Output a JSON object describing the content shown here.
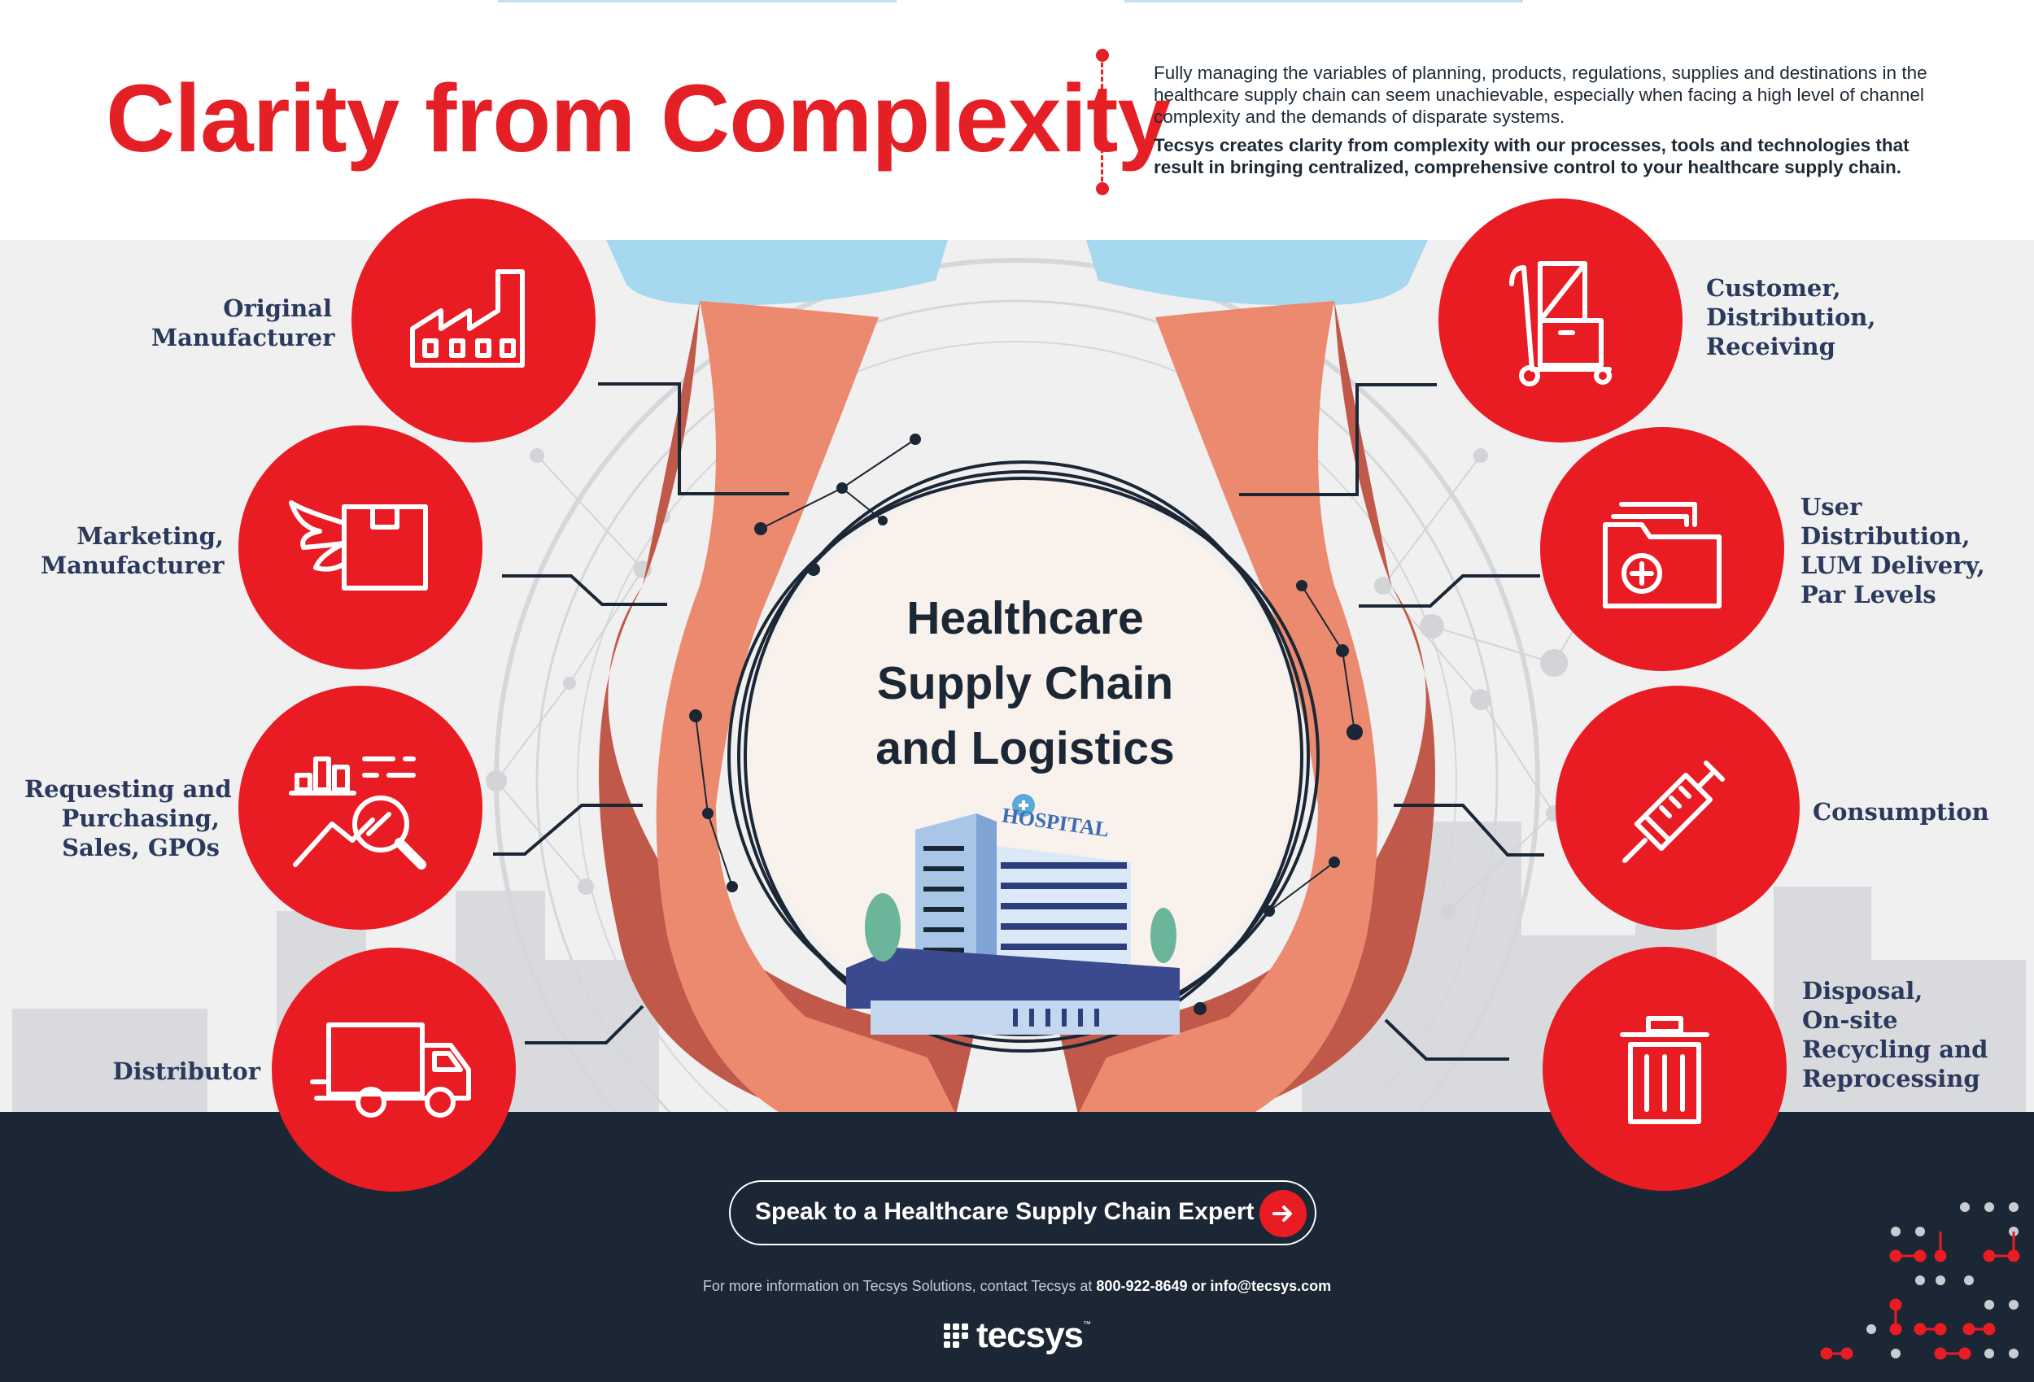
{
  "header": {
    "title": "Clarity from Complexity",
    "intro_regular": "Fully managing the variables of planning, products, regulations, supplies and destinations in the healthcare supply chain can seem unachievable, especially when facing a high level of channel complexity and the demands of disparate systems.",
    "intro_bold": "Tecsys creates clarity from complexity with our processes, tools and technologies that result in bringing centralized, comprehensive control to your healthcare supply chain."
  },
  "center": {
    "line1": "Healthcare",
    "line2": "Supply Chain",
    "line3": "and Logistics",
    "building_sign": "HOSPITAL"
  },
  "left_items": [
    {
      "line1": "Original",
      "line2": "Manufacturer",
      "icon": "factory-icon"
    },
    {
      "line1": "Marketing,",
      "line2": "Manufacturer",
      "icon": "winged-box-icon"
    },
    {
      "line1": "Requesting and",
      "line2": "Purchasing,",
      "line3": "Sales, GPOs",
      "icon": "analytics-search-icon"
    },
    {
      "line1": "Distributor",
      "icon": "truck-icon"
    }
  ],
  "right_items": [
    {
      "line1": "Customer,",
      "line2": "Distribution,",
      "line3": "Receiving",
      "icon": "hand-truck-icon"
    },
    {
      "line1": "User",
      "line2": "Distribution,",
      "line3": "LUM Delivery,",
      "line4": "Par Levels",
      "icon": "medical-folder-icon"
    },
    {
      "line1": "Consumption",
      "icon": "syringe-icon"
    },
    {
      "line1": "Disposal,",
      "line2": "On-site",
      "line3": "Recycling and",
      "line4": "Reprocessing",
      "icon": "trash-can-icon"
    }
  ],
  "footer": {
    "cta_label": "Speak to a Healthcare Supply Chain Expert",
    "contact_prefix": "For more information on Tecsys Solutions, contact Tecsys at ",
    "contact_details": "800-922-8649 or info@tecsys.com",
    "logo_text": "tecsys",
    "logo_tm": "™"
  },
  "colors": {
    "brand_red": "#e91c24",
    "title_red": "#e42026",
    "navy_text": "#2b3a5c",
    "footer_bg": "#1b2734",
    "band_bg": "#f0f0f1",
    "hand_light": "#ec8a70",
    "hand_dark": "#c0594a",
    "sleeve_blue": "#a6d8f0"
  }
}
